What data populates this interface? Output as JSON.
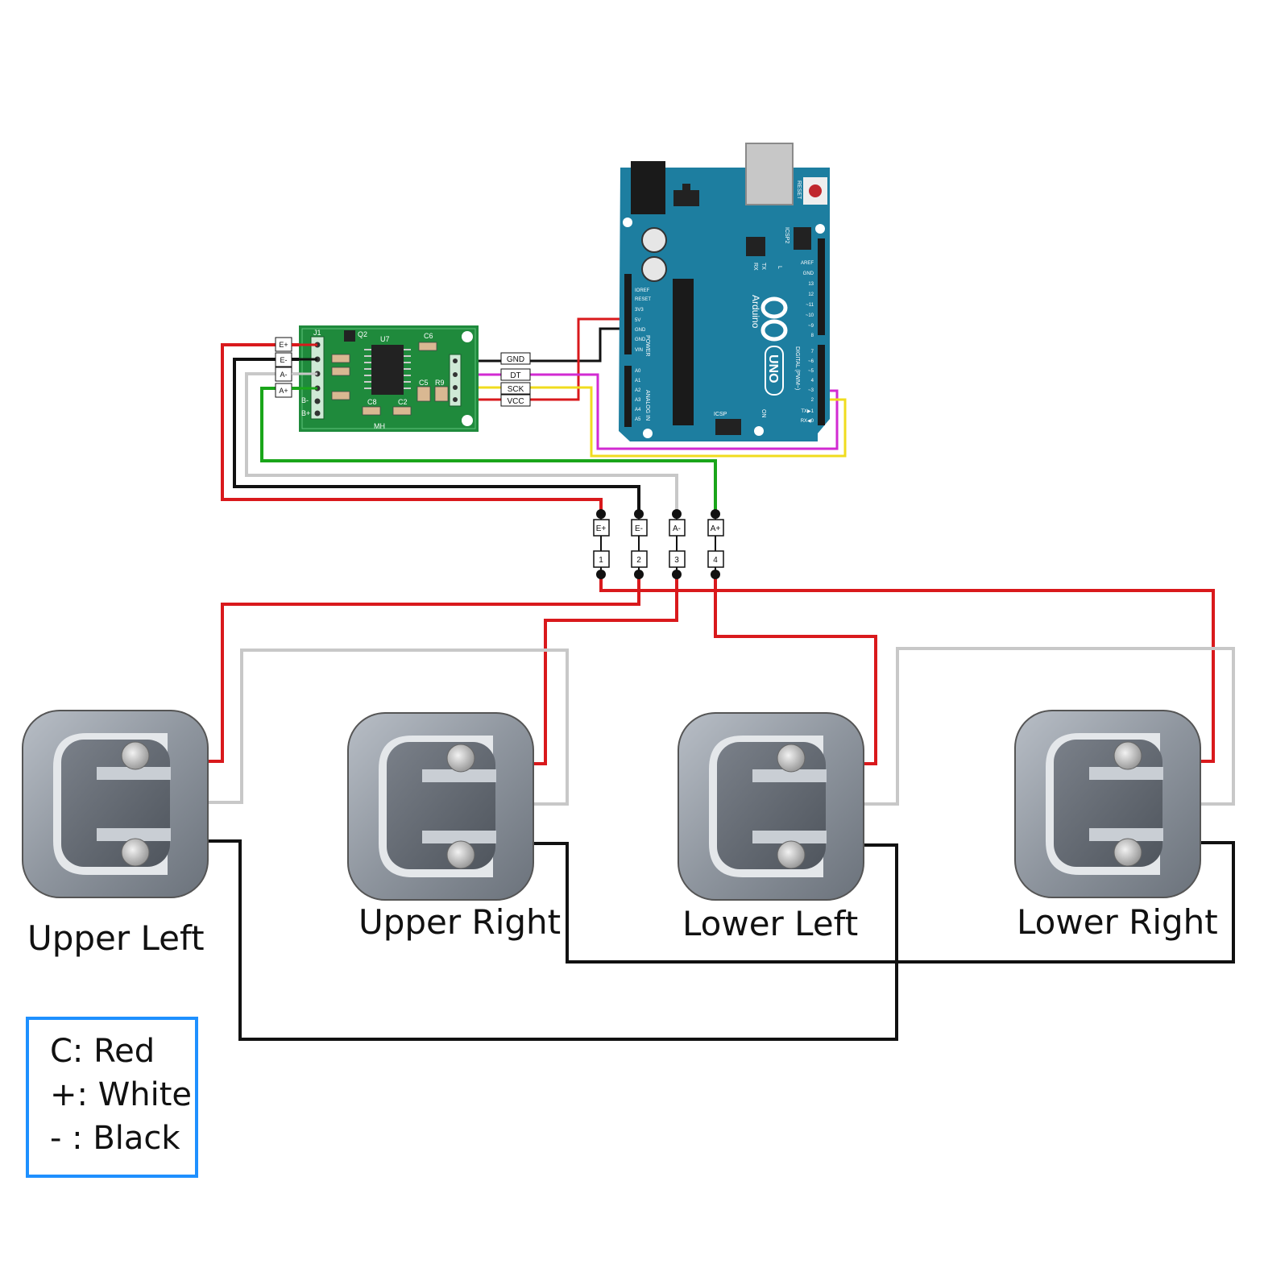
{
  "colors": {
    "red": "#d9191c",
    "black": "#111111",
    "white_wire": "#c8c8c8",
    "green": "#1aa51a",
    "magenta": "#d22ad2",
    "yellow": "#f0dc1e",
    "arduino_board": "#1d7ea0",
    "hx711_board": "#1f8a3c",
    "legend_border": "#1e90ff"
  },
  "hx711": {
    "left_pins": [
      "E+",
      "E-",
      "A-",
      "A+",
      "B-",
      "B+"
    ],
    "chip_labels": [
      "J1",
      "U7",
      "Q2",
      "C6",
      "R9",
      "C8",
      "C2",
      "C5",
      "MH"
    ]
  },
  "hx711_output_labels": [
    "GND",
    "DT",
    "SCK",
    "VCC"
  ],
  "arduino": {
    "brand": "Arduino",
    "model": "UNO",
    "power_pins": [
      "IOREF",
      "RESET",
      "3V3",
      "5V",
      "GND",
      "GND",
      "VIN"
    ],
    "power_label": "POWER",
    "analog_pins": [
      "A0",
      "A1",
      "A2",
      "A3",
      "A4",
      "A5"
    ],
    "analog_label": "ANALOG IN",
    "digital_top": [
      "AREF",
      "GND",
      "13",
      "12",
      "~11",
      "~10",
      "~9",
      "8"
    ],
    "digital_bottom": [
      "7",
      "~6",
      "~5",
      "4",
      "~3",
      "2",
      "TX▶1",
      "RX◀0"
    ],
    "digital_label": "DIGITAL (PWM~)",
    "reset_label": "RESET",
    "icsp_labels": [
      "ICSP2",
      "ICSP"
    ],
    "led_labels": [
      "L",
      "TX",
      "RX",
      "ON"
    ]
  },
  "connector": {
    "top_labels": [
      "E+",
      "E-",
      "A-",
      "A+"
    ],
    "numbers": [
      "1",
      "2",
      "3",
      "4"
    ]
  },
  "load_cells": [
    "Upper Left",
    "Upper Right",
    "Lower Left",
    "Lower Right"
  ],
  "legend": {
    "line1": "C: Red",
    "line2": "+: White",
    "line3": "- : Black"
  }
}
